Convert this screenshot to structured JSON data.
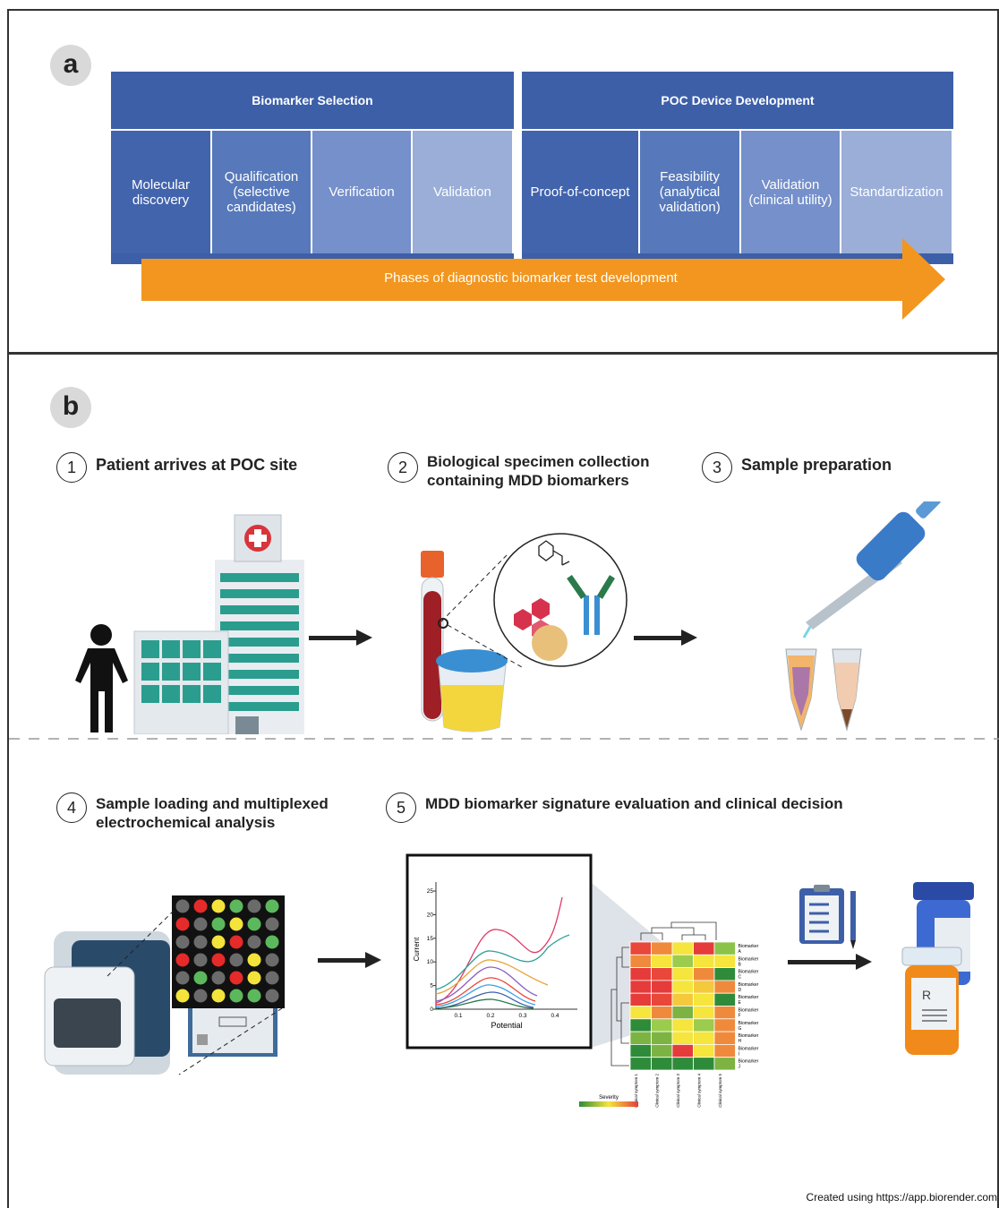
{
  "panel_a": {
    "badge": "a",
    "section1_title": "Biomarker Selection",
    "section2_title": "POC Device Development",
    "phases": [
      {
        "label": "Molecular\ndiscovery",
        "color": "#4264ad"
      },
      {
        "label": "Qualification\n(selective\ncandidates)",
        "color": "#5779bb"
      },
      {
        "label": "Verification",
        "color": "#7590ca"
      },
      {
        "label": "Validation",
        "color": "#9aaed8"
      },
      {
        "label": "Proof-of-concept",
        "color": "#4264ad"
      },
      {
        "label": "Feasibility\n(analytical\nvalidation)",
        "color": "#5779bb"
      },
      {
        "label": "Validation\n(clinical utility)",
        "color": "#7590ca"
      },
      {
        "label": "Standardization",
        "color": "#9aaed8"
      }
    ],
    "arrow_label": "Phases of diagnostic biomarker test development",
    "arrow_color": "#f2961f"
  },
  "panel_b": {
    "badge": "b",
    "steps": [
      {
        "num": "1",
        "text": "Patient arrives at POC site"
      },
      {
        "num": "2",
        "text": "Biological specimen collection\ncontaining MDD biomarkers"
      },
      {
        "num": "3",
        "text": "Sample preparation"
      },
      {
        "num": "4",
        "text": "Sample loading and multiplexed\nelectrochemical analysis"
      },
      {
        "num": "5",
        "text": "MDD biomarker signature evaluation and clinical decision"
      }
    ],
    "voltammogram": {
      "ylabel": "Current",
      "xlabel": "Potential",
      "yticks": [
        "25",
        "20",
        "15",
        "10",
        "5",
        "0"
      ],
      "xticks": [
        "0.1",
        "0.2",
        "0.3",
        "0.4"
      ]
    },
    "heatmap": {
      "rows": [
        "Biomarker A",
        "Biomarker B",
        "Biomarker C",
        "Biomarker D",
        "Biomarker E",
        "Biomarker F",
        "Biomarker G",
        "Biomarker H",
        "Biomarker I",
        "Biomarker J"
      ],
      "cols": [
        "Clinical symptom 1",
        "Clinical symptom 2",
        "Clinical symptom 3",
        "Clinical symptom 4",
        "Clinical symptom 5"
      ],
      "legend_label": "Severity",
      "values": [
        [
          "#e8473a",
          "#ef8a3c",
          "#f5e53c",
          "#e63b3b",
          "#8bc34a"
        ],
        [
          "#ef8a3c",
          "#f5e53c",
          "#9ccc4d",
          "#f5e53c",
          "#f5e53c"
        ],
        [
          "#e63b3b",
          "#e8473a",
          "#f5e53c",
          "#ef8a3c",
          "#2e8b3a"
        ],
        [
          "#e63b3b",
          "#e63b3b",
          "#f5e53c",
          "#f5c93c",
          "#ef8a3c"
        ],
        [
          "#e63b3b",
          "#e8473a",
          "#f5c93c",
          "#f5e53c",
          "#2e8b3a"
        ],
        [
          "#f5e53c",
          "#ef8a3c",
          "#7cb342",
          "#f5e53c",
          "#ef8a3c"
        ],
        [
          "#2e8b3a",
          "#9ccc4d",
          "#f5e53c",
          "#9ccc4d",
          "#ef8a3c"
        ],
        [
          "#7cb342",
          "#7cb342",
          "#f5e53c",
          "#f5e53c",
          "#ef8a3c"
        ],
        [
          "#2e8b3a",
          "#7cb342",
          "#e63b3b",
          "#f5e53c",
          "#ef8a3c"
        ],
        [
          "#2e8b3a",
          "#2e8b3a",
          "#2e8b3a",
          "#2e8b3a",
          "#7cb342"
        ]
      ]
    },
    "dot_grid": [
      [
        "gray",
        "red",
        "yellow",
        "green",
        "gray",
        "green"
      ],
      [
        "red",
        "gray",
        "green",
        "yellow",
        "green",
        "gray"
      ],
      [
        "gray",
        "gray",
        "yellow",
        "red",
        "gray",
        "green"
      ],
      [
        "red",
        "gray",
        "red",
        "gray",
        "yellow",
        "gray"
      ],
      [
        "gray",
        "green",
        "gray",
        "red",
        "yellow",
        "gray"
      ],
      [
        "yellow",
        "gray",
        "yellow",
        "green",
        "green",
        "gray"
      ]
    ]
  },
  "footer": "Created using https://app.biorender.com"
}
